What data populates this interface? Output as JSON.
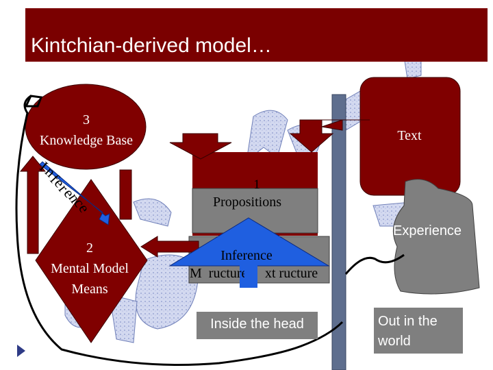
{
  "slide": {
    "title": "Kintchian-derived model…",
    "knowledge_base": {
      "number": "3",
      "label": "Knowledge Base"
    },
    "text_node": {
      "label": "Text"
    },
    "propositions": {
      "number": "1",
      "label": "Propositions"
    },
    "mental_model": {
      "number": "2",
      "label": "Mental Model",
      "sublabel": "Means"
    },
    "inference_arrow": {
      "label": "Inference"
    },
    "text_structure": {
      "left": "M  ructure",
      "right": "xt ructure"
    },
    "curved_label": {
      "chars": [
        "I",
        "n",
        "f",
        "e",
        "r",
        "e",
        "n",
        "c",
        "e"
      ]
    },
    "experience": {
      "label": "Experience"
    },
    "inside_head": {
      "label": "Inside the head"
    },
    "out_world": {
      "label": "Out in the world"
    }
  },
  "colors": {
    "dark_red": "#7a0000",
    "maroon": "#800000",
    "arrow_blue": "#1f5fe0",
    "grey": "#7f7f7f",
    "divider": "#5e6e8e",
    "texture": "#c9d0ec"
  },
  "icons": [
    "right-arrow-icon",
    "down-arrow-icon",
    "up-arrow-icon",
    "left-arrow-icon",
    "diagonal-arrow-icon",
    "nav-triangle-icon"
  ]
}
